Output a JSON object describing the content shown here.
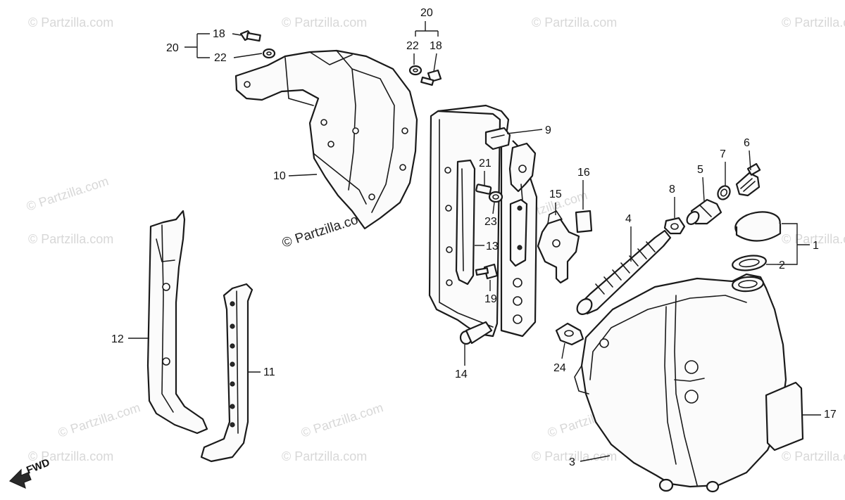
{
  "watermark": {
    "text": "© Partzilla.com",
    "prominent_text": "© Partzilla.com"
  },
  "orientation": {
    "label": "FWD"
  },
  "callouts": [
    {
      "id": "c1",
      "label": "1"
    },
    {
      "id": "c2",
      "label": "2"
    },
    {
      "id": "c3",
      "label": "3"
    },
    {
      "id": "c4",
      "label": "4"
    },
    {
      "id": "c5",
      "label": "5"
    },
    {
      "id": "c6",
      "label": "6"
    },
    {
      "id": "c7",
      "label": "7"
    },
    {
      "id": "c8",
      "label": "8"
    },
    {
      "id": "c9",
      "label": "9"
    },
    {
      "id": "c10",
      "label": "10"
    },
    {
      "id": "c11",
      "label": "11"
    },
    {
      "id": "c12",
      "label": "12"
    },
    {
      "id": "c13",
      "label": "13"
    },
    {
      "id": "c14",
      "label": "14"
    },
    {
      "id": "c15",
      "label": "15"
    },
    {
      "id": "c16",
      "label": "16"
    },
    {
      "id": "c17",
      "label": "17"
    },
    {
      "id": "c18a",
      "label": "18"
    },
    {
      "id": "c18b",
      "label": "18"
    },
    {
      "id": "c19",
      "label": "19"
    },
    {
      "id": "c20a",
      "label": "20"
    },
    {
      "id": "c20b",
      "label": "20"
    },
    {
      "id": "c21",
      "label": "21"
    },
    {
      "id": "c22a",
      "label": "22"
    },
    {
      "id": "c22b",
      "label": "22"
    },
    {
      "id": "c23",
      "label": "23"
    },
    {
      "id": "c24",
      "label": "24"
    }
  ],
  "colors": {
    "line": "#1a1a1a",
    "background": "#ffffff",
    "watermark": "#b8b8b8"
  }
}
